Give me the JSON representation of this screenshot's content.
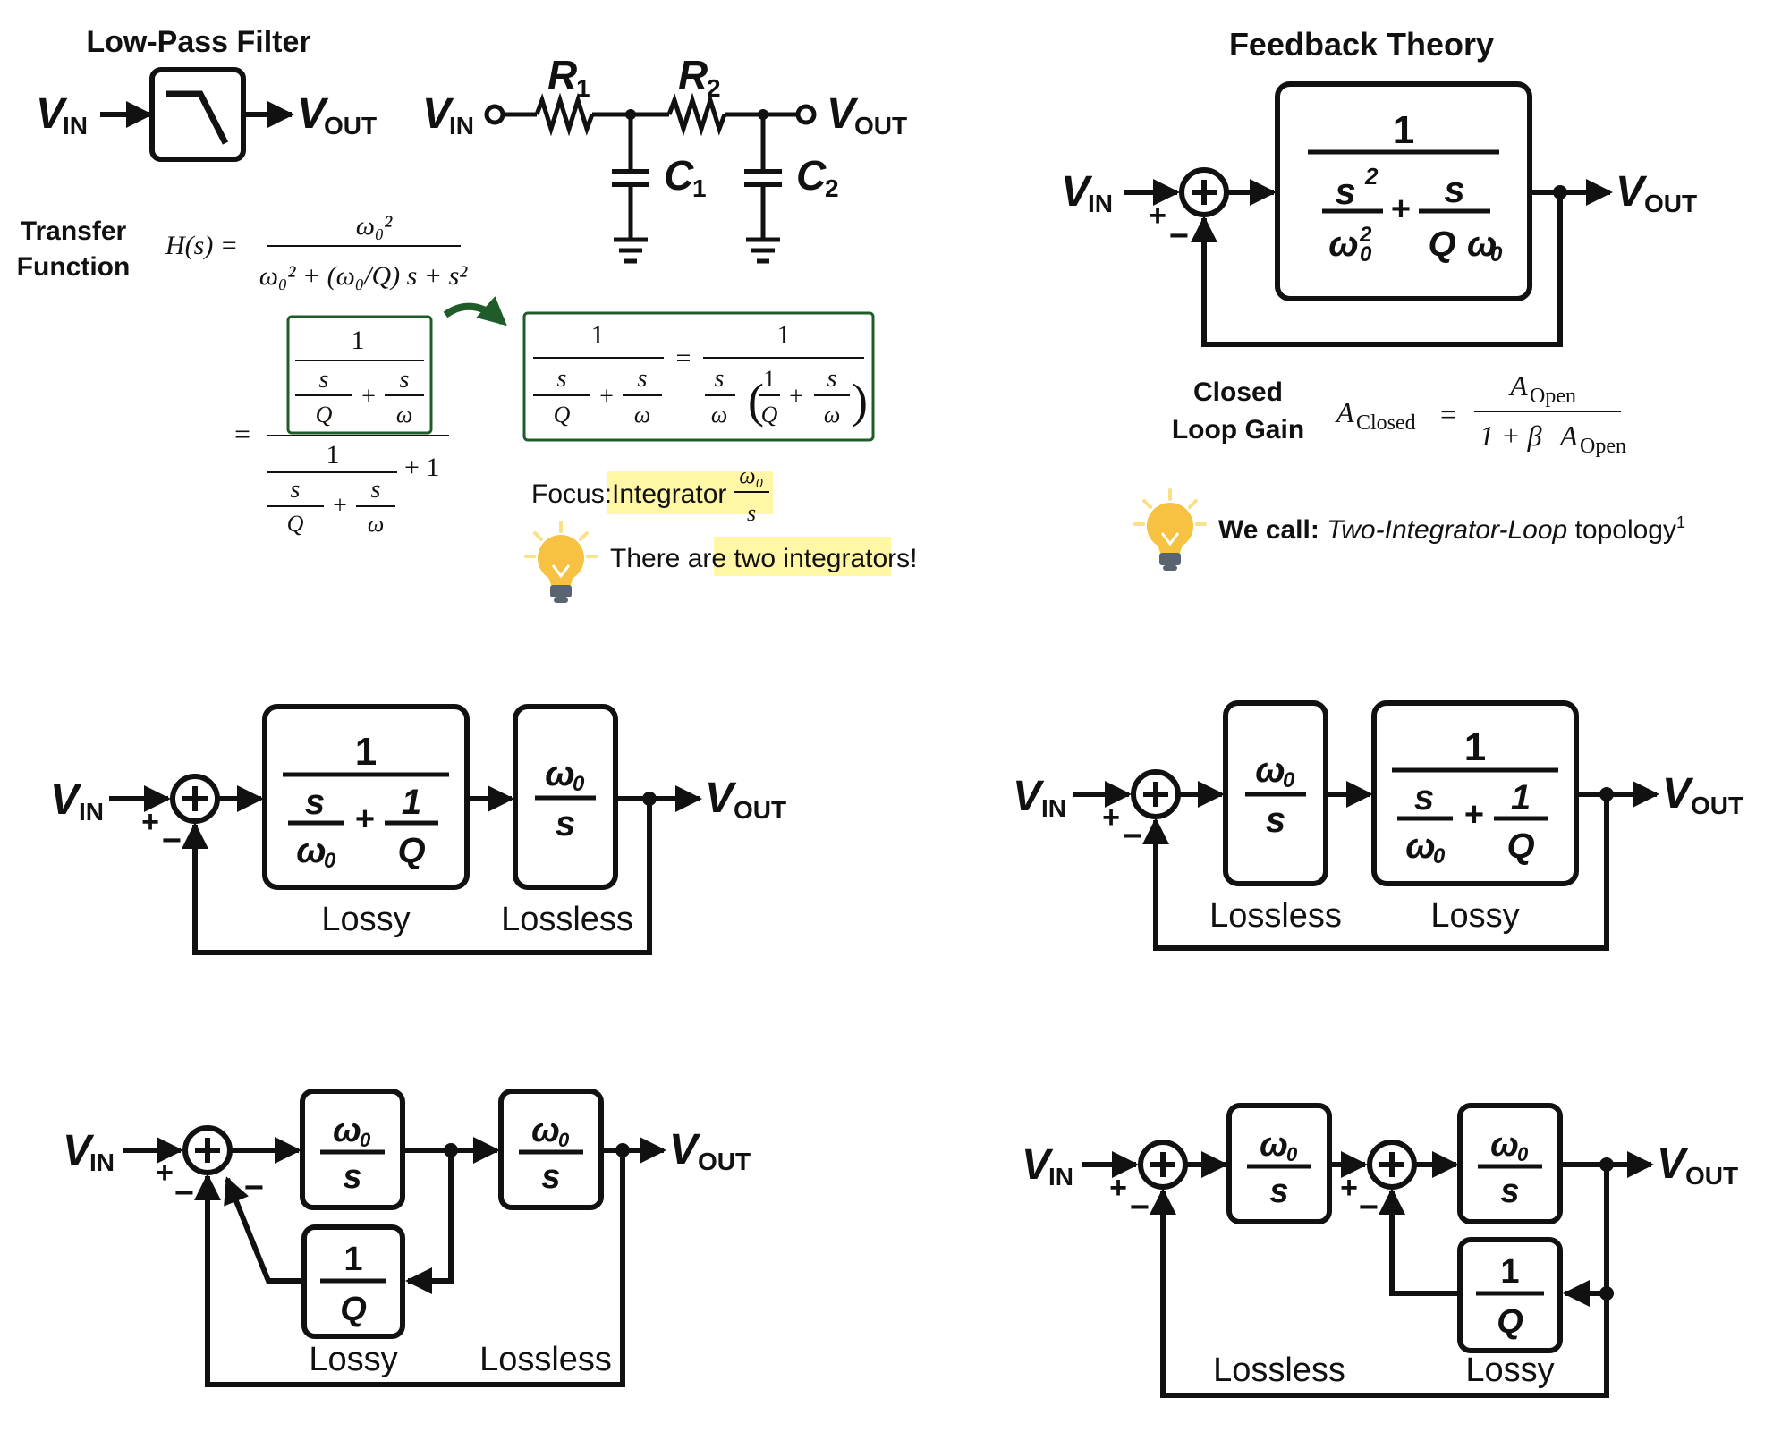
{
  "labels": {
    "vin": "V",
    "vout": "V",
    "in_sub": "IN",
    "out_sub": "OUT",
    "plus": "+",
    "minus": "−",
    "one": "1",
    "w0": "ω",
    "sub0": "0",
    "s": "s",
    "Q": "Q",
    "sq": "2"
  },
  "lpf": {
    "title": "Low-Pass Filter",
    "r1": "R",
    "r2": "R",
    "c1": "C",
    "c2": "C",
    "sub1": "1",
    "sub2": "2"
  },
  "transfer": {
    "label_line1": "Transfer",
    "label_line2": "Function",
    "h_lhs": "H(s) =",
    "num": "ω₀²",
    "den": "ω₀² + (ω₀/Q) s + s²",
    "eq": "=",
    "plus1": "+ 1",
    "paren_open": "(",
    "paren_close": ")"
  },
  "focus": {
    "prefix": "Focus:",
    "highlight": "Integrator",
    "frac_num": "ω₀",
    "frac_den": "s"
  },
  "tip1": {
    "prefix": "There are ",
    "highlight": "two integrators!"
  },
  "feedback": {
    "title": "Feedback Theory",
    "closed_line1": "Closed",
    "closed_line2": "Loop Gain",
    "a_closed": "A",
    "closed_sub": "Closed",
    "a_open": "A",
    "open_sub": "Open",
    "den_prefix": "1 + β",
    "eq": "="
  },
  "tip2": {
    "bold": "We call:",
    "italic": "Two-Integrator-Loop",
    "rest": " topology",
    "sup": "1"
  },
  "block_labels": {
    "lossy": "Lossy",
    "lossless": "Lossless"
  },
  "colors": {
    "line": "#111111",
    "green_box": "#1f5c2a",
    "highlight": "#fff7a6",
    "bulb_yellow": "#f7c142",
    "bulb_glow": "#fbe08a",
    "bulb_base": "#5a6470",
    "arrow_green": "#1f5c2a"
  }
}
